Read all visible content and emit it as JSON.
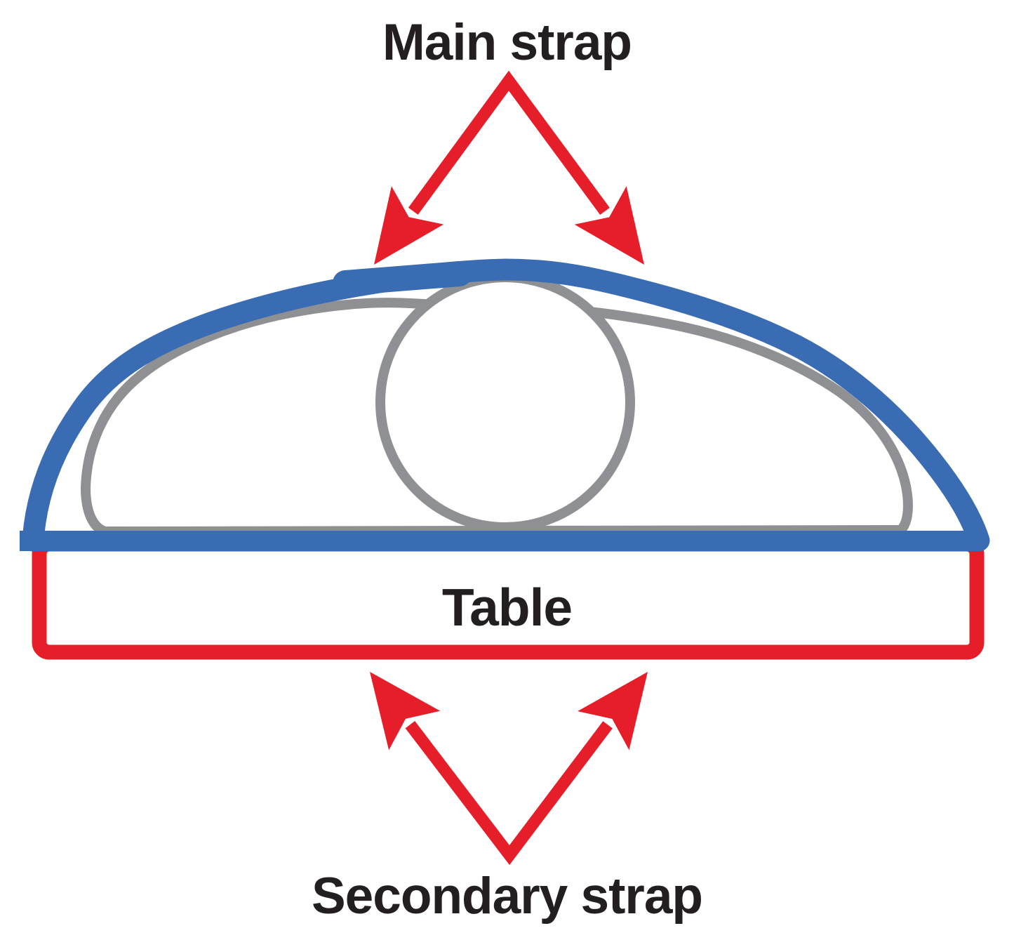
{
  "diagram": {
    "main_strap_label": "Main strap",
    "secondary_strap_label": "Secondary strap",
    "table_label": "Table"
  },
  "colors": {
    "main-strap-blue": "#3a6cb4",
    "secondary-strap-red": "#e61e2a",
    "load-outline-gray": "#8e9093",
    "label-black": "#231f20",
    "background-white": "#ffffff"
  }
}
